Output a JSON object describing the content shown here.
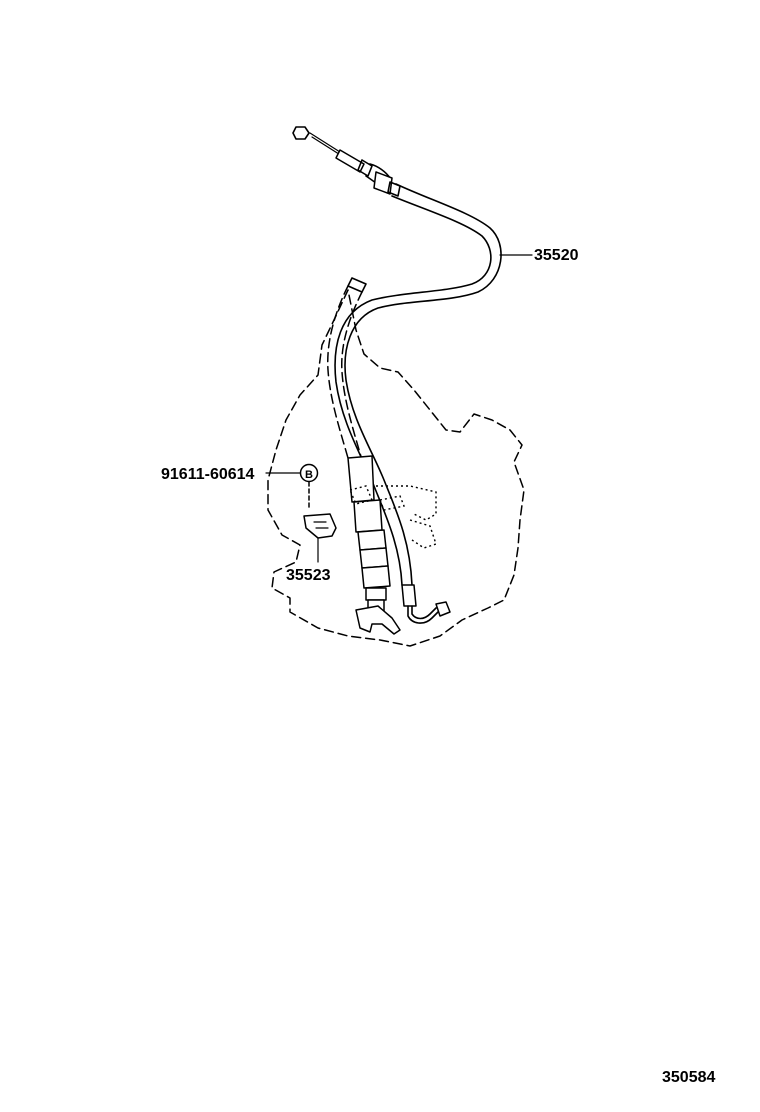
{
  "diagram": {
    "parts": [
      {
        "id": "cable",
        "number": "35520"
      },
      {
        "id": "bolt",
        "number": "91611-60614",
        "marker": "B"
      },
      {
        "id": "bracket",
        "number": "35523"
      }
    ],
    "figure_code": "350584"
  }
}
